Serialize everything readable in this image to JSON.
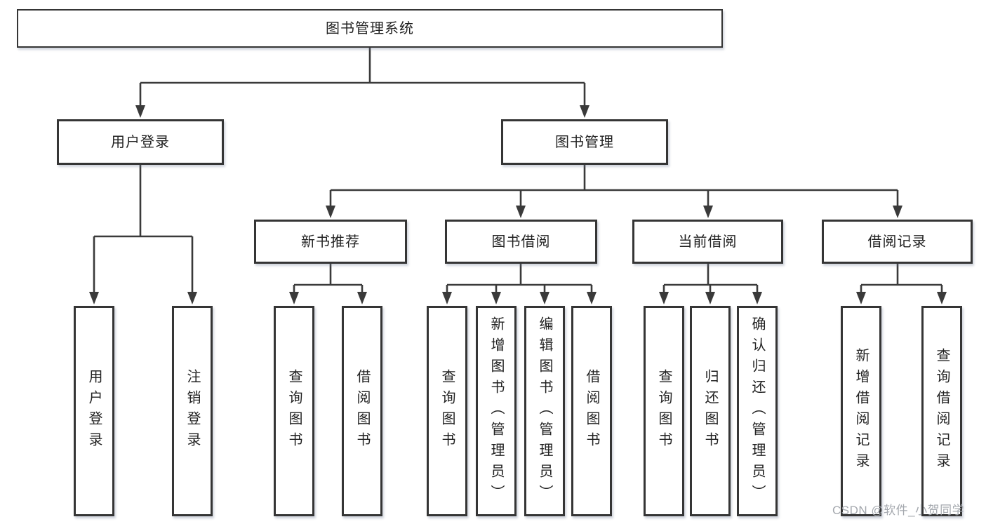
{
  "diagram_title": "图书管理系统",
  "tree": {
    "root": "图书管理系统",
    "branches": [
      {
        "label": "用户登录",
        "children": [
          "用户登录",
          "注销登录"
        ]
      },
      {
        "label": "图书管理",
        "sections": [
          {
            "label": "新书推荐",
            "children": [
              "查询图书",
              "借阅图书"
            ]
          },
          {
            "label": "图书借阅",
            "children": [
              "查询图书",
              "新增图书（管理员）",
              "编辑图书（管理员）",
              "借阅图书"
            ]
          },
          {
            "label": "当前借阅",
            "children": [
              "查询图书",
              "归还图书",
              "确认归还（管理员）"
            ]
          },
          {
            "label": "借阅记录",
            "children": [
              "新增借阅记录",
              "查询借阅记录"
            ]
          }
        ]
      }
    ]
  },
  "watermark": "CSDN @软件_小贺同学",
  "colors": {
    "line": "#3a3a3a",
    "border": "#353535",
    "text": "#222222",
    "watermark": "#a4a8ae",
    "background": "#ffffff"
  }
}
